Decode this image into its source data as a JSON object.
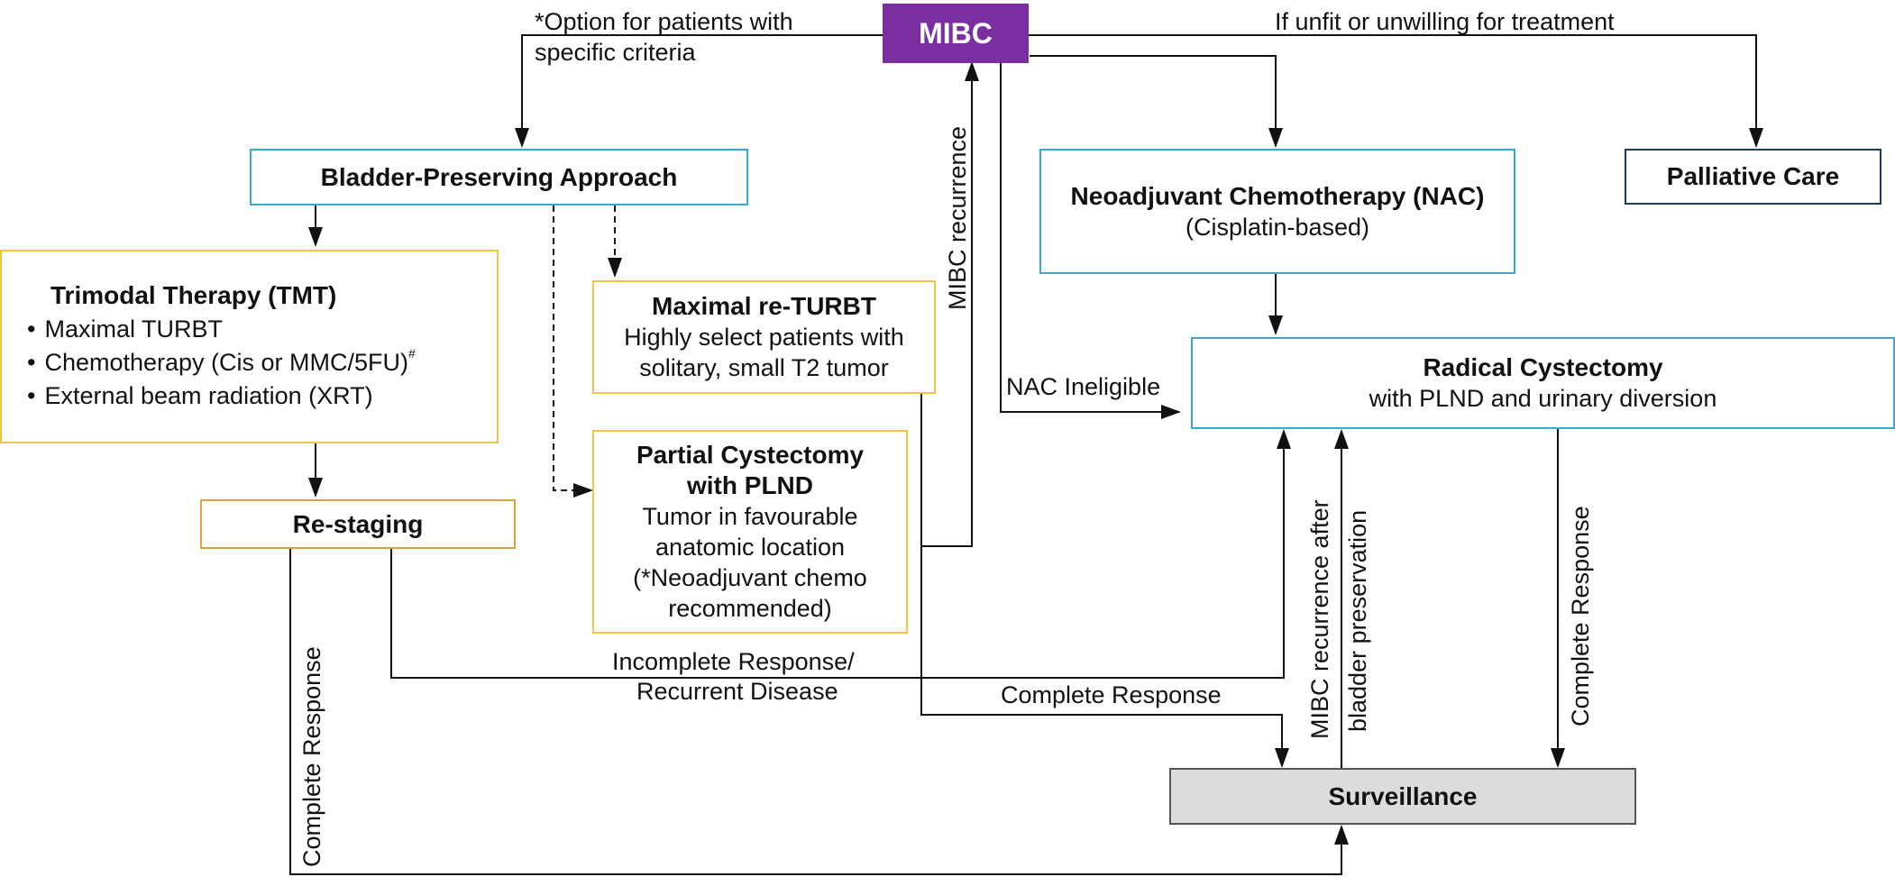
{
  "nodes": {
    "mibc": {
      "title": "MIBC"
    },
    "bladder": {
      "title": "Bladder-Preserving Approach"
    },
    "tmt": {
      "title": "Trimodal Therapy (TMT)",
      "items": [
        "Maximal TURBT",
        "Chemotherapy (Cis or MMC/5FU)",
        "External beam radiation (XRT)"
      ],
      "footnote_mark": "#"
    },
    "returbt": {
      "title": "Maximal re-TURBT",
      "lines": [
        "Highly select patients with",
        "solitary, small T2 tumor"
      ]
    },
    "partial": {
      "title_lines": [
        "Partial Cystectomy",
        "with PLND"
      ],
      "lines": [
        "Tumor in favourable",
        "anatomic location",
        "(*Neoadjuvant chemo",
        "recommended)"
      ]
    },
    "restaging": {
      "title": "Re-staging"
    },
    "nac": {
      "title": "Neoadjuvant Chemotherapy (NAC)",
      "sub": "(Cisplatin-based)"
    },
    "palliative": {
      "title": "Palliative Care"
    },
    "radical": {
      "title": "Radical Cystectomy",
      "sub": "with PLND and urinary diversion"
    },
    "surveillance": {
      "title": "Surveillance"
    }
  },
  "edge_labels": {
    "option": [
      "*Option for patients with",
      "specific criteria"
    ],
    "unfit": "If unfit or unwilling for treatment",
    "mibc_recurrence": "MIBC recurrence",
    "nac_ineligible": "NAC Ineligible",
    "incomplete": [
      "Incomplete Response/",
      "Recurrent Disease"
    ],
    "complete_mid": "Complete Response",
    "complete_left": "Complete Response",
    "complete_right": "Complete Response",
    "recurrence_after": [
      "MIBC recurrence after",
      "bladder preservation"
    ]
  },
  "colors": {
    "mibc_fill": "#7a2fa0",
    "blue_border": "#35aad6",
    "yellow_border": "#f2c445",
    "orange_border": "#d9a040",
    "navy_border": "#1a3e63",
    "surveillance_fill": "#dcdddb",
    "line": "#111111"
  }
}
